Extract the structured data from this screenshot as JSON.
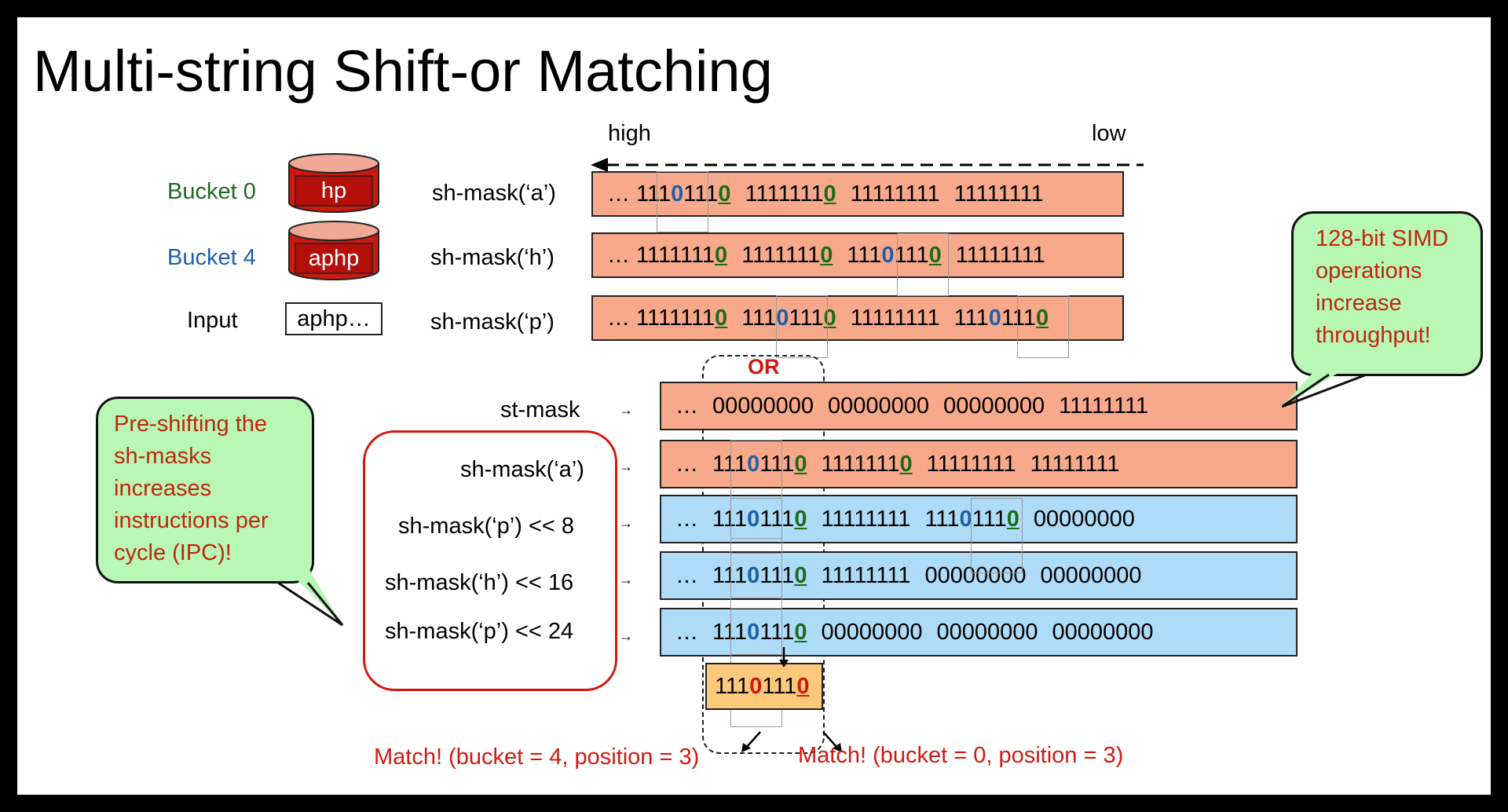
{
  "title": "Multi-string Shift-or Matching",
  "direction": {
    "high": "high",
    "low": "low"
  },
  "left_labels": {
    "bucket0": "Bucket 0",
    "bucket0_pattern": "hp",
    "bucket4": "Bucket 4",
    "bucket4_pattern": "aphp",
    "input": "Input",
    "input_value": "aphp…"
  },
  "top_masks": [
    {
      "label": "sh-mask(‘a’)",
      "segs": [
        [
          {
            "t": "… 111"
          },
          {
            "t": "0",
            "c": "b0"
          },
          {
            "t": "111"
          },
          {
            "t": "0",
            "c": "g0"
          }
        ],
        [
          {
            "t": "1111111"
          },
          {
            "t": "0",
            "c": "g0"
          }
        ],
        [
          {
            "t": "11111111"
          }
        ],
        [
          {
            "t": "11111111"
          }
        ]
      ]
    },
    {
      "label": "sh-mask(‘h’)",
      "segs": [
        [
          {
            "t": "… 1111111"
          },
          {
            "t": "0",
            "c": "g0"
          }
        ],
        [
          {
            "t": "1111111"
          },
          {
            "t": "0",
            "c": "g0"
          }
        ],
        [
          {
            "t": "111"
          },
          {
            "t": "0",
            "c": "b0"
          },
          {
            "t": "111"
          },
          {
            "t": "0",
            "c": "g0"
          }
        ],
        [
          {
            "t": "11111111"
          }
        ]
      ]
    },
    {
      "label": "sh-mask(‘p’)",
      "segs": [
        [
          {
            "t": "… 1111111"
          },
          {
            "t": "0",
            "c": "g0"
          }
        ],
        [
          {
            "t": "111"
          },
          {
            "t": "0",
            "c": "b0"
          },
          {
            "t": "111"
          },
          {
            "t": "0",
            "c": "g0"
          }
        ],
        [
          {
            "t": "11111111"
          }
        ],
        [
          {
            "t": "111"
          },
          {
            "t": "0",
            "c": "b0"
          },
          {
            "t": "111"
          },
          {
            "t": "0",
            "c": "g0"
          }
        ]
      ]
    }
  ],
  "or_label": "OR",
  "arrow_glyph": "→",
  "bottom_masks": [
    {
      "label": "st-mask",
      "color": "salmon",
      "segs": [
        [
          {
            "t": "…"
          }
        ],
        [
          {
            "t": "00000000"
          }
        ],
        [
          {
            "t": "00000000"
          }
        ],
        [
          {
            "t": "00000000"
          }
        ],
        [
          {
            "t": "11111111"
          }
        ]
      ]
    },
    {
      "label": "sh-mask(‘a’)",
      "color": "salmon",
      "segs": [
        [
          {
            "t": "…"
          }
        ],
        [
          {
            "t": "111"
          },
          {
            "t": "0",
            "c": "b0"
          },
          {
            "t": "111"
          },
          {
            "t": "0",
            "c": "g0"
          }
        ],
        [
          {
            "t": "1111111"
          },
          {
            "t": "0",
            "c": "g0"
          }
        ],
        [
          {
            "t": "11111111"
          }
        ],
        [
          {
            "t": "11111111"
          }
        ]
      ]
    },
    {
      "label": "sh-mask(‘p’) << 8",
      "color": "blue",
      "segs": [
        [
          {
            "t": "…"
          }
        ],
        [
          {
            "t": "111"
          },
          {
            "t": "0",
            "c": "b0"
          },
          {
            "t": "111"
          },
          {
            "t": "0",
            "c": "g0"
          }
        ],
        [
          {
            "t": "11111111"
          }
        ],
        [
          {
            "t": "111"
          },
          {
            "t": "0",
            "c": "b0"
          },
          {
            "t": "111"
          },
          {
            "t": "0",
            "c": "g0"
          }
        ],
        [
          {
            "t": "00000000"
          }
        ]
      ]
    },
    {
      "label": "sh-mask(‘h’) << 16",
      "color": "blue",
      "segs": [
        [
          {
            "t": "…"
          }
        ],
        [
          {
            "t": "111"
          },
          {
            "t": "0",
            "c": "b0"
          },
          {
            "t": "111"
          },
          {
            "t": "0",
            "c": "g0"
          }
        ],
        [
          {
            "t": "11111111"
          }
        ],
        [
          {
            "t": "00000000"
          }
        ],
        [
          {
            "t": "00000000"
          }
        ]
      ]
    },
    {
      "label": "sh-mask(‘p’) << 24",
      "color": "blue",
      "segs": [
        [
          {
            "t": "…"
          }
        ],
        [
          {
            "t": "111"
          },
          {
            "t": "0",
            "c": "b0"
          },
          {
            "t": "111"
          },
          {
            "t": "0",
            "c": "g0"
          }
        ],
        [
          {
            "t": "00000000"
          }
        ],
        [
          {
            "t": "00000000"
          }
        ],
        [
          {
            "t": "00000000"
          }
        ]
      ]
    }
  ],
  "result": [
    {
      "t": "111"
    },
    {
      "t": "0",
      "c": "r0"
    },
    {
      "t": "111"
    },
    {
      "t": "0",
      "c": "r0u"
    }
  ],
  "callouts": {
    "preshift": "Pre-shifting the sh-masks increases instructions per cycle (IPC)!",
    "simd": "128-bit SIMD operations increase throughput!"
  },
  "matches": {
    "left": "Match! (bucket = 4, position = 3)",
    "right": "Match! (bucket = 0, position = 3)"
  }
}
